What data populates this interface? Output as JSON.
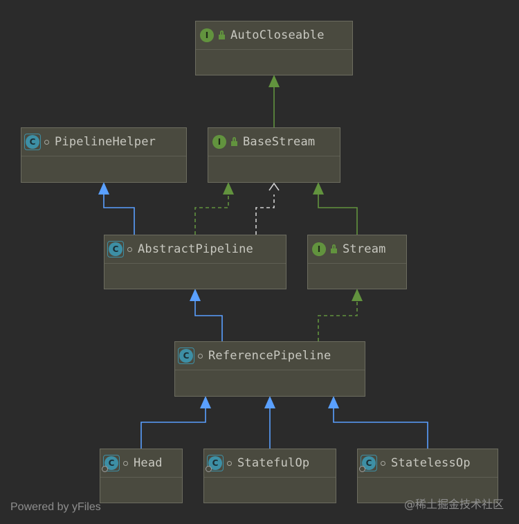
{
  "colors": {
    "background": "#2b2b2b",
    "node_fill": "#4a4a3f",
    "interface_icon": "#62933e",
    "class_icon": "#3d8fa5",
    "extends_edge": "#5aa0ff",
    "implements_edge": "#62933e",
    "dependency_edge": "#d0d0d0"
  },
  "nodes": [
    {
      "id": "autocloseable",
      "label": "AutoCloseable",
      "kind": "interface",
      "kind_letter": "I",
      "visibility": "public-lock"
    },
    {
      "id": "pipelinehelper",
      "label": "PipelineHelper",
      "kind": "abstract-class",
      "kind_letter": "C",
      "visibility": "package-dot"
    },
    {
      "id": "basestream",
      "label": "BaseStream",
      "kind": "interface",
      "kind_letter": "I",
      "visibility": "public-lock"
    },
    {
      "id": "abstractpipeline",
      "label": "AbstractPipeline",
      "kind": "abstract-class",
      "kind_letter": "C",
      "visibility": "package-dot"
    },
    {
      "id": "stream",
      "label": "Stream",
      "kind": "interface",
      "kind_letter": "I",
      "visibility": "public-lock"
    },
    {
      "id": "referencepipeline",
      "label": "ReferencePipeline",
      "kind": "abstract-class",
      "kind_letter": "C",
      "visibility": "package-dot"
    },
    {
      "id": "head",
      "label": "Head",
      "kind": "static-class",
      "kind_letter": "C",
      "visibility": "package-dot"
    },
    {
      "id": "statefulop",
      "label": "StatefulOp",
      "kind": "static-class",
      "kind_letter": "C",
      "visibility": "package-dot"
    },
    {
      "id": "statelessop",
      "label": "StatelessOp",
      "kind": "static-class",
      "kind_letter": "C",
      "visibility": "package-dot"
    }
  ],
  "edges": [
    {
      "from": "basestream",
      "to": "autocloseable",
      "type": "implements-solid"
    },
    {
      "from": "abstractpipeline",
      "to": "pipelinehelper",
      "type": "extends"
    },
    {
      "from": "abstractpipeline",
      "to": "basestream",
      "type": "implements-dashed"
    },
    {
      "from": "abstractpipeline",
      "to": "basestream",
      "type": "dependency-dashed"
    },
    {
      "from": "stream",
      "to": "basestream",
      "type": "implements-solid"
    },
    {
      "from": "referencepipeline",
      "to": "abstractpipeline",
      "type": "extends"
    },
    {
      "from": "referencepipeline",
      "to": "stream",
      "type": "implements-dashed"
    },
    {
      "from": "head",
      "to": "referencepipeline",
      "type": "extends"
    },
    {
      "from": "statefulop",
      "to": "referencepipeline",
      "type": "extends"
    },
    {
      "from": "statelessop",
      "to": "referencepipeline",
      "type": "extends"
    }
  ],
  "footer": {
    "left": "Powered by yFiles",
    "right": "@稀土掘金技术社区"
  }
}
